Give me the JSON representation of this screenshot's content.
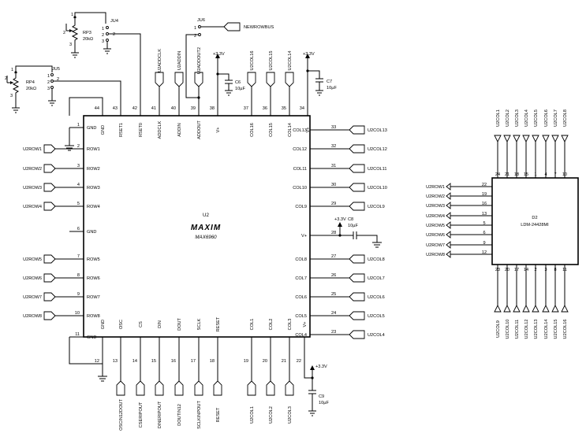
{
  "u2": {
    "designator": "U2",
    "brand": "MAXIM",
    "part": "MAX6960",
    "left_pins": [
      {
        "num": "1",
        "name": "GND",
        "net": ""
      },
      {
        "num": "2",
        "name": "ROW1",
        "net": "U2ROW1"
      },
      {
        "num": "3",
        "name": "ROW2",
        "net": "U2ROW2"
      },
      {
        "num": "4",
        "name": "ROW3",
        "net": "U2ROW3"
      },
      {
        "num": "5",
        "name": "ROW4",
        "net": "U2ROW4"
      },
      {
        "num": "6",
        "name": "GND",
        "net": ""
      },
      {
        "num": "7",
        "name": "ROW5",
        "net": "U2ROW5"
      },
      {
        "num": "8",
        "name": "ROW6",
        "net": "U2ROW6"
      },
      {
        "num": "9",
        "name": "ROW7",
        "net": "U2ROW7"
      },
      {
        "num": "10",
        "name": "ROW8",
        "net": "U2ROW8"
      },
      {
        "num": "11",
        "name": "GND",
        "net": ""
      }
    ],
    "right_pins": [
      {
        "num": "33",
        "name": "COL13",
        "net": "U2COL13"
      },
      {
        "num": "32",
        "name": "COL12",
        "net": "U2COL12"
      },
      {
        "num": "31",
        "name": "COL11",
        "net": "U2COL11"
      },
      {
        "num": "30",
        "name": "COL10",
        "net": "U2COL10"
      },
      {
        "num": "29",
        "name": "COL9",
        "net": "U2COL9"
      },
      {
        "num": "28",
        "name": "V+",
        "net": ""
      },
      {
        "num": "27",
        "name": "COL8",
        "net": "U2COL8"
      },
      {
        "num": "26",
        "name": "COL7",
        "net": "U2COL7"
      },
      {
        "num": "25",
        "name": "COL6",
        "net": "U2COL6"
      },
      {
        "num": "24",
        "name": "COL5",
        "net": "U2COL5"
      },
      {
        "num": "23",
        "name": "COL4",
        "net": "U2COL4"
      }
    ],
    "top_pins": [
      {
        "num": "44",
        "name": "GND"
      },
      {
        "num": "43",
        "name": "RSET1"
      },
      {
        "num": "42",
        "name": "RSET0"
      },
      {
        "num": "41",
        "name": "ADDCLK"
      },
      {
        "num": "40",
        "name": "ADDIN"
      },
      {
        "num": "39",
        "name": "ADDOUT"
      },
      {
        "num": "38",
        "name": "V+"
      },
      {
        "num": "37",
        "name": "COL16"
      },
      {
        "num": "36",
        "name": "COL15"
      },
      {
        "num": "35",
        "name": "COL14"
      },
      {
        "num": "34",
        "name": "V+"
      }
    ],
    "top_nets": [
      "U2ADDCLK",
      "U2ADDIN",
      "U2ADDOUT2",
      "U2COL16",
      "U2COL15",
      "U2COL14"
    ],
    "bottom_pins": [
      {
        "num": "12",
        "name": "GND"
      },
      {
        "num": "13",
        "name": "OSC"
      },
      {
        "num": "14",
        "name": "CS"
      },
      {
        "num": "15",
        "name": "DIN"
      },
      {
        "num": "16",
        "name": "DOUT"
      },
      {
        "num": "17",
        "name": "SCLK"
      },
      {
        "num": "18",
        "name": "RESET"
      },
      {
        "num": "19",
        "name": "COL1"
      },
      {
        "num": "20",
        "name": "COL2"
      },
      {
        "num": "21",
        "name": "COL3"
      },
      {
        "num": "22",
        "name": "V+"
      }
    ],
    "bottom_nets": [
      "OSCIN12DOUT",
      "CSERIPOUT",
      "DINERIPOUT",
      "DOUTIN12",
      "SCLKINPOUT",
      "RESET",
      "U2COL1",
      "U2COL2",
      "U2COL3"
    ]
  },
  "passives": {
    "rp3": {
      "name": "RP3",
      "value": "20kΩ"
    },
    "rp4": {
      "name": "RP4",
      "value": "20kΩ"
    },
    "c6": {
      "name": "C6",
      "value": "10µF"
    },
    "c7": {
      "name": "C7",
      "value": "10µF"
    },
    "c8": {
      "name": "C8",
      "value": "10µF"
    },
    "c9": {
      "name": "C9",
      "value": "10µF"
    }
  },
  "jumpers": {
    "ju4": "JU4",
    "ju5": "JU5",
    "ju6": "JU6"
  },
  "new_row_bus": "NEWROWBUS",
  "supply": "+3.3V",
  "d2": {
    "designator": "D2",
    "part": "LDM-24428MI",
    "row_nets": [
      "U2ROW1",
      "U2ROW2",
      "U2ROW3",
      "U2ROW4",
      "U2ROW5",
      "U2ROW6",
      "U2ROW7",
      "U2ROW8"
    ],
    "row_pins": [
      "22",
      "19",
      "16",
      "13",
      "5",
      "6",
      "9",
      "12"
    ],
    "top_nets": [
      "U2COL1",
      "U2COL2",
      "U2COL3",
      "U2COL4",
      "U2COL5",
      "U2COL6",
      "U2COL7",
      "U2COL8"
    ],
    "top_pins": [
      "24",
      "21",
      "18",
      "15",
      "1",
      "4",
      "7",
      "10"
    ],
    "bottom_nets": [
      "U2COL9",
      "U2COL10",
      "U2COL11",
      "U2COL12",
      "U2COL13",
      "U2COL14",
      "U2COL15",
      "U2COL16"
    ],
    "bottom_pins": [
      "23",
      "20",
      "17",
      "14",
      "2",
      "3",
      "8",
      "11"
    ]
  }
}
